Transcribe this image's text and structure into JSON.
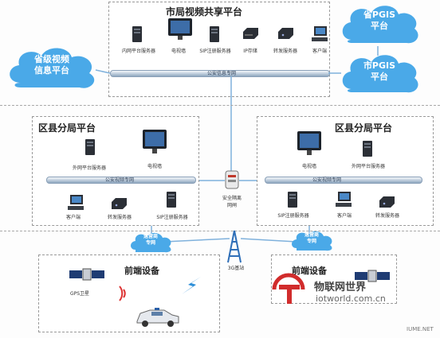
{
  "top_platform": {
    "title": "市局视频共享平台",
    "bus": "公安信息专网",
    "devices": [
      "内网平台服务器",
      "电视墙",
      "SIP注册服务器",
      "IP存储",
      "转发服务器",
      "客户端"
    ]
  },
  "clouds": {
    "province_video": [
      "省级视频",
      "信息平台"
    ],
    "province_pgis": [
      "省PGIS",
      "平台"
    ],
    "city_pgis": [
      "市PGIS",
      "平台"
    ],
    "carrier_left": [
      "运营商",
      "专网"
    ],
    "carrier_right": [
      "运营商",
      "专网"
    ]
  },
  "left_district": {
    "title": "区县分局平台",
    "bus": "公安视频专网",
    "devices": [
      "外网平台服务器",
      "电视墙",
      "客户端",
      "转发服务器",
      "SIP注册服务器"
    ]
  },
  "right_district": {
    "title": "区县分局平台",
    "bus": "公安视频专网",
    "devices": [
      "电视墙",
      "外网平台服务器",
      "SIP注册服务器",
      "客户端",
      "转发服务器"
    ]
  },
  "gateway": {
    "label": [
      "安全隔离",
      "网闸"
    ]
  },
  "frontend": {
    "left_title": "前端设备",
    "right_title": "前端设备",
    "gps": "GPS卫星",
    "base_station": "3G基站"
  },
  "watermark": {
    "cn": "物联网世界",
    "url": "iotworld.com.cn",
    "corner": "IUME.NET"
  }
}
